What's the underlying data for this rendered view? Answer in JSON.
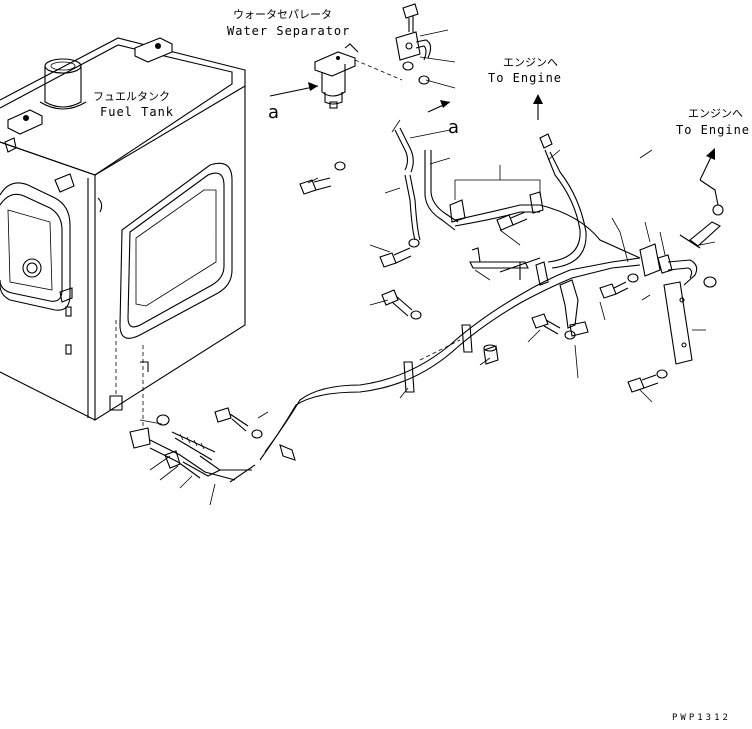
{
  "labels": {
    "fuel_tank_jp": "フュエルタンク",
    "fuel_tank_en": "Fuel Tank",
    "water_separator_jp": "ウォータセパレータ",
    "water_separator_en": "Water Separator",
    "to_engine_1_jp": "エンジンへ",
    "to_engine_1_en": "To Engine",
    "to_engine_2_jp": "エンジンへ",
    "to_engine_2_en": "To Engine",
    "view_marker_1": "a",
    "view_marker_2": "a"
  },
  "drawing_code": "PWP1312"
}
